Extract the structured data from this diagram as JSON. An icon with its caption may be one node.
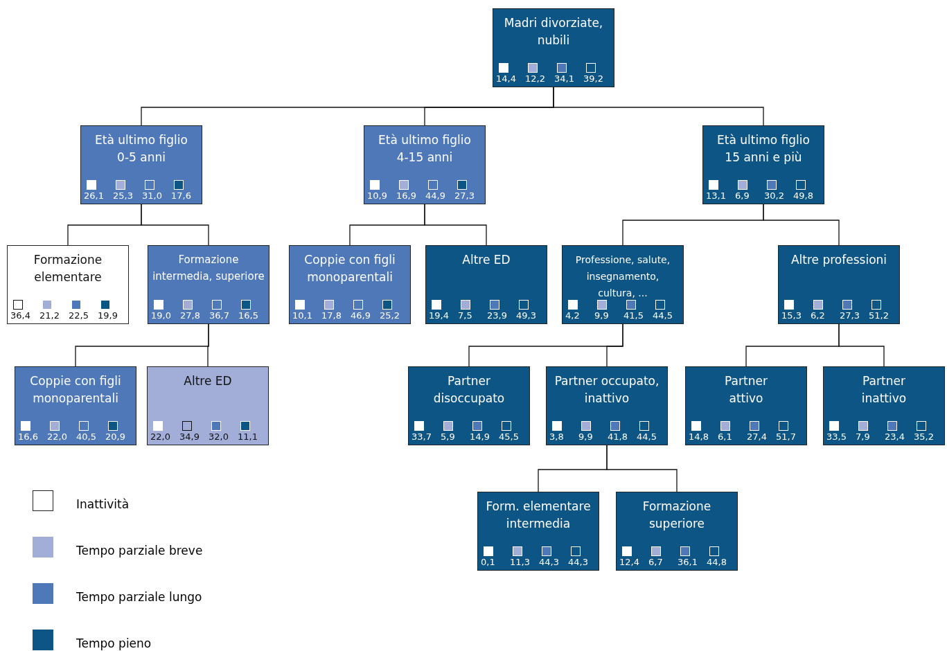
{
  "diagram": {
    "nodes": [
      {
        "text": [
          "Madri divorziate, nubili",
          "14,4",
          "12,2",
          "34,1",
          "39,2"
        ]
      },
      {
        "text": [
          "Età ultimo figlio 0-5 anni",
          "26,1",
          "25,3",
          "31,0",
          "17,6"
        ]
      },
      {
        "text": [
          "Età ultimo figlio 4-15 anni",
          "10,9",
          "16,9",
          "44,9",
          "27,3"
        ]
      },
      {
        "text": [
          "Età ultimo figlio 15 anni e più",
          "13,1",
          "6,9",
          "30,2",
          "49,8"
        ]
      },
      {
        "text": [
          "Formazione elementare",
          "36,4",
          "21,2",
          "22,5",
          "19,9"
        ]
      },
      {
        "text": [
          "Formazione intermedia, superiore",
          "19,0",
          "27,8",
          "36,7",
          "16,5"
        ]
      },
      {
        "text": [
          "Coppie con figli monoparentali",
          "10,1",
          "17,8",
          "46,9",
          "25,2"
        ]
      },
      {
        "text": [
          "Altre ED",
          "19,4",
          "7,5",
          "23,9",
          "49,3"
        ]
      },
      {
        "text": [
          "Professione, salute, insegnamento, cultura, ...",
          "4,2",
          "9,9",
          "41,5",
          "44,5"
        ]
      },
      {
        "text": [
          "Altre professioni",
          "15,3",
          "6,2",
          "27,3",
          "51,2"
        ]
      },
      {
        "text": [
          "Coppie con figli monoparentali",
          "16,6",
          "22,0",
          "40,5",
          "20,9"
        ]
      },
      {
        "text": [
          "Altre ED",
          "22,0",
          "34,9",
          "32,0",
          "11,1"
        ]
      },
      {
        "text": [
          "Partner disoccupato",
          "33,7",
          "5,9",
          "14,9",
          "45,5"
        ]
      },
      {
        "text": [
          "Partner occupato, inattivo",
          "3,8",
          "9,9",
          "41,8",
          "44,5"
        ]
      },
      {
        "text": [
          "Partner attivo",
          "14,8",
          "6,1",
          "27,4",
          "51,7"
        ]
      },
      {
        "text": [
          "Partner inattivo",
          "33,5",
          "7,9",
          "23,4",
          "35,2"
        ]
      },
      {
        "text": [
          "Form. elementare intermedia",
          "0,1",
          "11,3",
          "44,3",
          "44,3"
        ]
      },
      {
        "text": [
          "Formazione superiore",
          "12,4",
          "6,7",
          "36,1",
          "44,8"
        ]
      }
    ],
    "edges": [
      {
        "from": 0,
        "to": 1,
        "arrow": "none"
      },
      {
        "from": 0,
        "to": 2,
        "arrow": "none"
      },
      {
        "from": 0,
        "to": 3,
        "arrow": "none"
      },
      {
        "from": 1,
        "to": 4,
        "arrow": "none"
      },
      {
        "from": 1,
        "to": 5,
        "arrow": "none"
      },
      {
        "from": 2,
        "to": 6,
        "arrow": "none"
      },
      {
        "from": 2,
        "to": 7,
        "arrow": "none"
      },
      {
        "from": 3,
        "to": 8,
        "arrow": "none"
      },
      {
        "from": 3,
        "to": 9,
        "arrow": "none"
      },
      {
        "from": 5,
        "to": 10,
        "arrow": "none"
      },
      {
        "from": 5,
        "to": 11,
        "arrow": "none"
      },
      {
        "from": 8,
        "to": 12,
        "arrow": "none"
      },
      {
        "from": 8,
        "to": 13,
        "arrow": "none"
      },
      {
        "from": 9,
        "to": 14,
        "arrow": "none"
      },
      {
        "from": 9,
        "to": 15,
        "arrow": "none"
      },
      {
        "from": 13,
        "to": 16,
        "arrow": "none"
      },
      {
        "from": 13,
        "to": 17,
        "arrow": "none"
      }
    ],
    "legend": [
      {
        "text": "Inattività",
        "color": "#ffffff"
      },
      {
        "text": "Tempo parziale breve",
        "color": "#a3aed8"
      },
      {
        "text": "Tempo parziale lungo",
        "color": "#4e78b8"
      },
      {
        "text": "Tempo pieno",
        "color": "#0d5585"
      }
    ]
  }
}
